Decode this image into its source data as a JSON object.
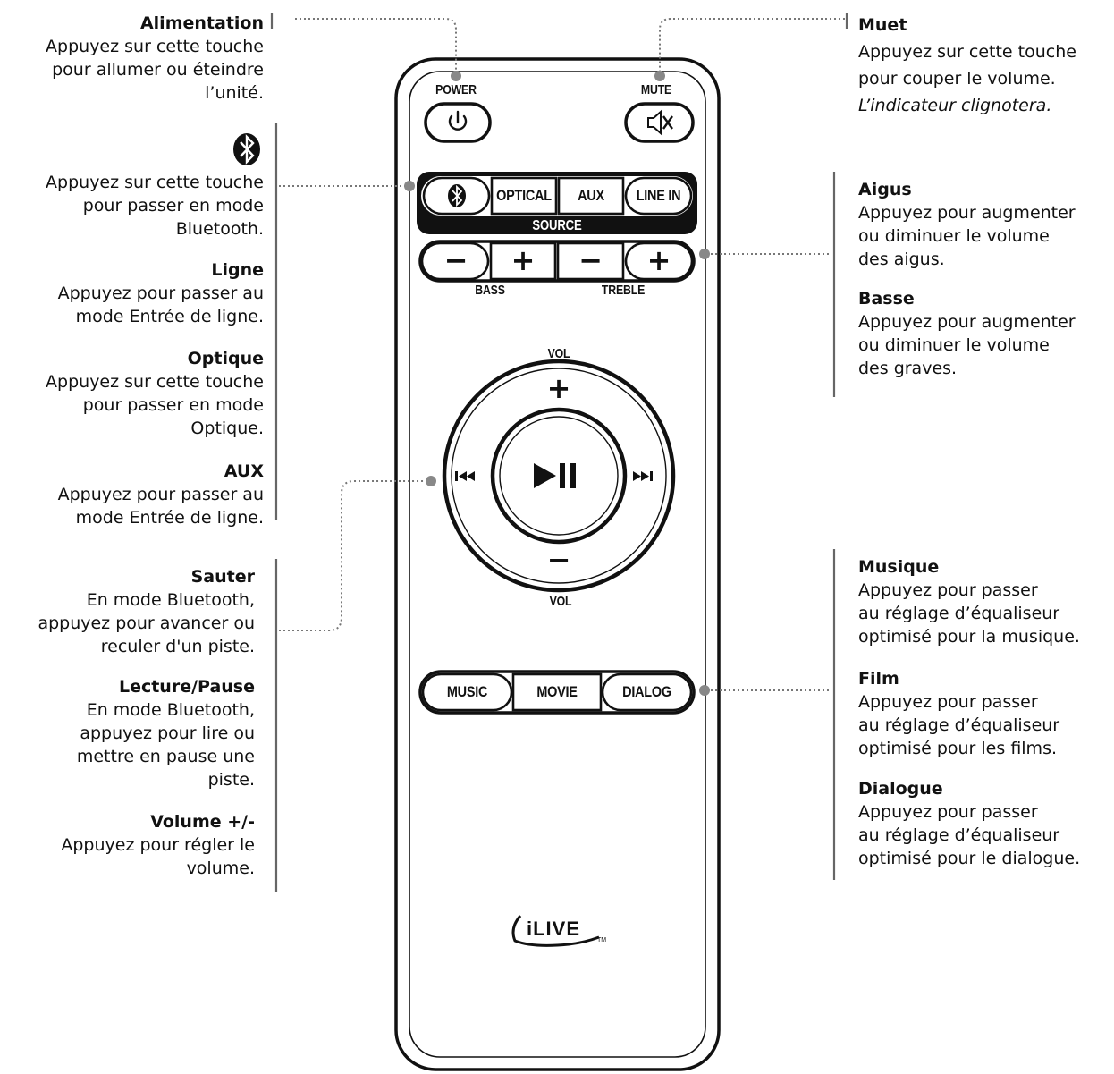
{
  "left_notes": {
    "power": {
      "title": "Alimentation",
      "lines": [
        "Appuyez sur cette touche",
        "pour allumer ou éteindre",
        "l’unité."
      ]
    },
    "bluetooth": {
      "lines": [
        "Appuyez sur cette touche",
        "pour passer en mode",
        "Bluetooth."
      ]
    },
    "line_in": {
      "title": "Ligne",
      "lines": [
        "Appuyez pour passer au",
        "mode Entrée de ligne."
      ]
    },
    "optical": {
      "title": "Optique",
      "lines": [
        "Appuyez sur cette touche",
        "pour passer en mode",
        "Optique."
      ]
    },
    "aux": {
      "title": "AUX",
      "lines": [
        "Appuyez pour passer au",
        "mode Entrée de ligne."
      ]
    },
    "skip": {
      "title": "Sauter",
      "lines": [
        "En mode Bluetooth,",
        "appuyez pour avancer ou",
        "reculer d'un piste."
      ]
    },
    "play_pause": {
      "title": "Lecture/Pause",
      "lines": [
        "En mode Bluetooth,",
        "appuyez pour lire ou",
        "mettre en pause une",
        "piste."
      ]
    },
    "volume": {
      "title": "Volume +/-",
      "lines": [
        "Appuyez pour régler le",
        "volume."
      ]
    }
  },
  "right_notes": {
    "mute": {
      "title": "Muet",
      "lines": [
        "Appuyez sur cette touche",
        "pour couper le volume."
      ],
      "italic": "L’indicateur clignotera."
    },
    "treble": {
      "title": "Aigus",
      "lines": [
        "Appuyez pour augmenter",
        "ou diminuer le volume",
        "des aigus."
      ]
    },
    "bass": {
      "title": "Basse",
      "lines": [
        "Appuyez pour augmenter",
        "ou diminuer le volume",
        "des graves."
      ]
    },
    "music": {
      "title": "Musique",
      "lines": [
        "Appuyez pour passer",
        "au réglage d’équaliseur",
        "optimisé pour la musique."
      ]
    },
    "movie": {
      "title": "Film",
      "lines": [
        "Appuyez pour passer",
        "au réglage d’équaliseur",
        "optimisé pour les films."
      ]
    },
    "dialog": {
      "title": "Dialogue",
      "lines": [
        "Appuyez pour passer",
        "au réglage d’équaliseur",
        "optimisé pour le dialogue."
      ]
    }
  },
  "remote": {
    "power_label": "POWER",
    "mute_label": "MUTE",
    "source_buttons": [
      "OPTICAL",
      "AUX",
      "LINE IN"
    ],
    "source_label": "SOURCE",
    "bass_label": "BASS",
    "treble_label": "TREBLE",
    "minus": "−",
    "plus": "+",
    "vol_top": "VOL",
    "vol_bottom": "VOL",
    "vol_plus": "+",
    "vol_minus": "−",
    "eq_buttons": [
      "MUSIC",
      "MOVIE",
      "DIALOG"
    ],
    "brand_logo": "iLIVE",
    "brand_tm": "TM"
  },
  "icons": [
    "power-icon",
    "mute-icon",
    "bluetooth-icon",
    "play-pause-icon",
    "previous-icon",
    "next-icon"
  ]
}
